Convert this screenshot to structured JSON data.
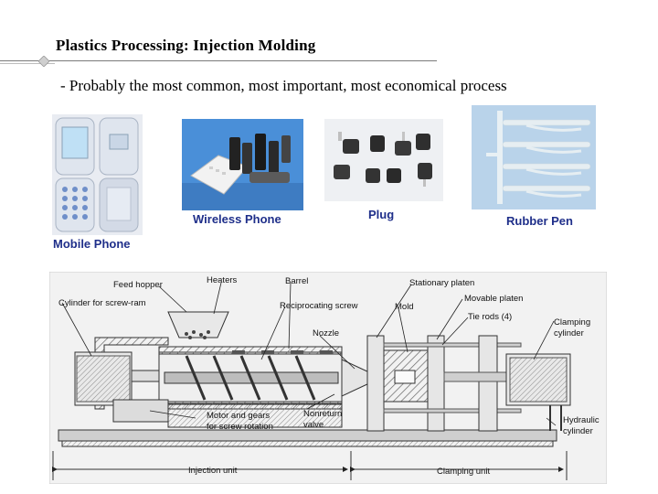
{
  "slide": {
    "title": "Plastics Processing: Injection Molding",
    "subtitle": "- Probably the most common, most important, most economical process"
  },
  "photos": [
    {
      "label": "Mobile Phone"
    },
    {
      "label": "Wireless Phone"
    },
    {
      "label": "Plug"
    },
    {
      "label": "Rubber Pen"
    }
  ],
  "diagram": {
    "labels": {
      "feed_hopper": "Feed hopper",
      "heaters": "Heaters",
      "barrel": "Barrel",
      "cylinder_screw_ram": "Cylinder for screw-ram",
      "reciprocating_screw": "Reciprocating screw",
      "nozzle": "Nozzle",
      "stationary_platen": "Stationary platen",
      "mold": "Mold",
      "movable_platen": "Movable platen",
      "tie_rods": "Tie rods (4)",
      "clamping_cylinder_1": "Clamping",
      "clamping_cylinder_2": "cylinder",
      "motor_gears_1": "Motor and gears",
      "motor_gears_2": "for screw rotation",
      "nonreturn_valve_1": "Nonreturn",
      "nonreturn_valve_2": "valve",
      "hydraulic_cylinder_1": "Hydraulic",
      "hydraulic_cylinder_2": "cylinder",
      "injection_unit": "Injection unit",
      "clamping_unit": "Clamping unit"
    }
  }
}
